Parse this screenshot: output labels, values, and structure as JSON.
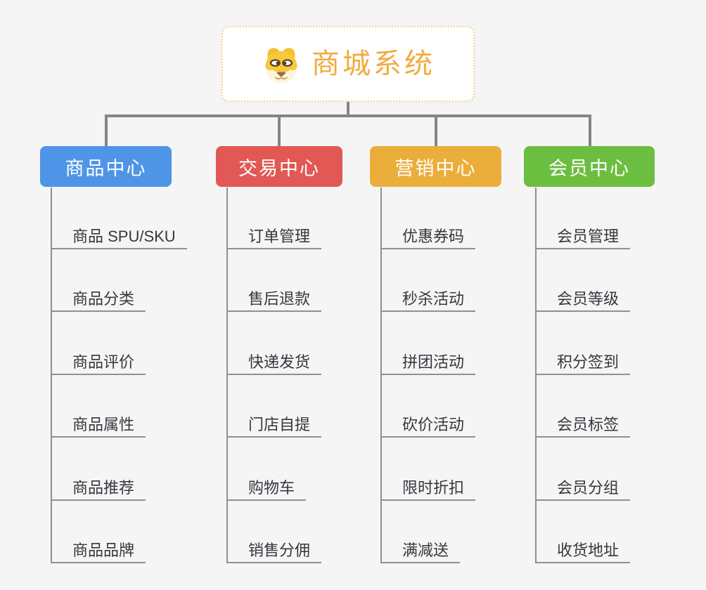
{
  "root": {
    "title": "商城系统",
    "icon": "dog-face-icon",
    "accent_color": "#f0ac3e",
    "border_color": "#f7ce92"
  },
  "connector_color": "#858585",
  "leaf_line_color": "#909090",
  "background_color": "#f5f5f5",
  "branches": [
    {
      "label": "商品中心",
      "color": "#4e95e8",
      "children": [
        "商品 SPU/SKU",
        "商品分类",
        "商品评价",
        "商品属性",
        "商品推荐",
        "商品品牌"
      ]
    },
    {
      "label": "交易中心",
      "color": "#e25855",
      "children": [
        "订单管理",
        "售后退款",
        "快递发货",
        "门店自提",
        "购物车",
        "销售分佣"
      ]
    },
    {
      "label": "营销中心",
      "color": "#ebae3b",
      "children": [
        "优惠券码",
        "秒杀活动",
        "拼团活动",
        "砍价活动",
        "限时折扣",
        "满减送"
      ]
    },
    {
      "label": "会员中心",
      "color": "#6cbe41",
      "children": [
        "会员管理",
        "会员等级",
        "积分签到",
        "会员标签",
        "会员分组",
        "收货地址"
      ]
    }
  ]
}
